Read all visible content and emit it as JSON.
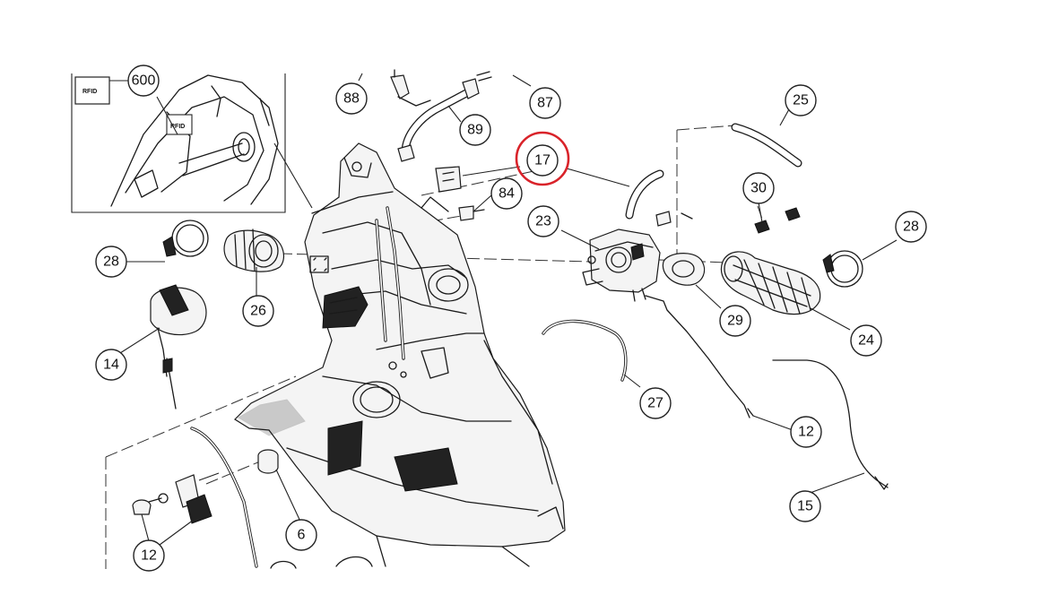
{
  "callouts": [
    {
      "id": "600",
      "label": "600"
    },
    {
      "id": "88",
      "label": "88"
    },
    {
      "id": "87",
      "label": "87"
    },
    {
      "id": "89",
      "label": "89"
    },
    {
      "id": "25",
      "label": "25"
    },
    {
      "id": "17",
      "label": "17",
      "highlighted": true
    },
    {
      "id": "84",
      "label": "84"
    },
    {
      "id": "30",
      "label": "30"
    },
    {
      "id": "23",
      "label": "23"
    },
    {
      "id": "28a",
      "label": "28"
    },
    {
      "id": "28b",
      "label": "28"
    },
    {
      "id": "26",
      "label": "26"
    },
    {
      "id": "29",
      "label": "29"
    },
    {
      "id": "24",
      "label": "24"
    },
    {
      "id": "14",
      "label": "14"
    },
    {
      "id": "27",
      "label": "27"
    },
    {
      "id": "12a",
      "label": "12"
    },
    {
      "id": "15",
      "label": "15"
    },
    {
      "id": "6",
      "label": "6"
    },
    {
      "id": "12b",
      "label": "12"
    }
  ],
  "inset_marking": "RFID",
  "highlight_color": "#d9232a"
}
